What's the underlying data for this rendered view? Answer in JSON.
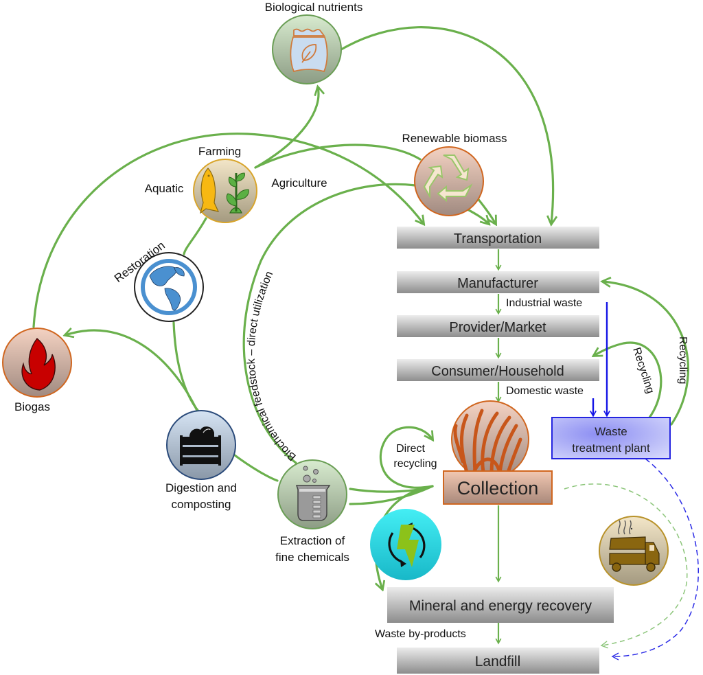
{
  "colors": {
    "flow_green": "#6ab04c",
    "waste_blue": "#1515e6",
    "box_gray_top": "#e6e6e6",
    "box_gray_bottom": "#8a8a8a",
    "collection_border": "#d0661f",
    "treatment_fill": "#aeb0f5",
    "treatment_border": "#2424e0"
  },
  "nodes": {
    "biological_nutrients": {
      "label": "Biological nutrients",
      "icon": "fertilizer-bag-icon"
    },
    "farming": {
      "label": "Farming",
      "left_label": "Aquatic",
      "right_label": "Agriculture",
      "icon": "fish-and-plant-icon"
    },
    "renewable_biomass": {
      "label": "Renewable biomass",
      "icon": "recycle-icon"
    },
    "restoration": {
      "label": "Restoration",
      "icon": "globe-icon"
    },
    "biogas": {
      "label": "Biogas",
      "icon": "flame-icon"
    },
    "digestion": {
      "label_line1": "Digestion and",
      "label_line2": "composting",
      "icon": "compost-bin-icon"
    },
    "extraction": {
      "label_line1": "Extraction of",
      "label_line2": "fine chemicals",
      "icon": "beaker-icon"
    },
    "energy": {
      "icon": "energy-cycle-icon"
    },
    "truck": {
      "icon": "dump-truck-icon"
    },
    "collection_icon": {
      "icon": "grass-icon"
    }
  },
  "chain": {
    "transportation": "Transportation",
    "manufacturer": "Manufacturer",
    "provider": "Provider/Market",
    "consumer": "Consumer/Household",
    "collection": "Collection",
    "mineral": "Mineral and energy recovery",
    "landfill": "Landfill",
    "treatment_line1": "Waste",
    "treatment_line2": "treatment plant"
  },
  "edge_labels": {
    "industrial_waste": "Industrial waste",
    "domestic_waste": "Domestic waste",
    "waste_byproducts": "Waste by-products",
    "direct_recycling_1": "Direct",
    "direct_recycling_2": "recycling",
    "recycling_inner": "Recycling",
    "recycling_outer": "Recycling",
    "biochemical": "Biochemical feedstock – direct utilization"
  }
}
